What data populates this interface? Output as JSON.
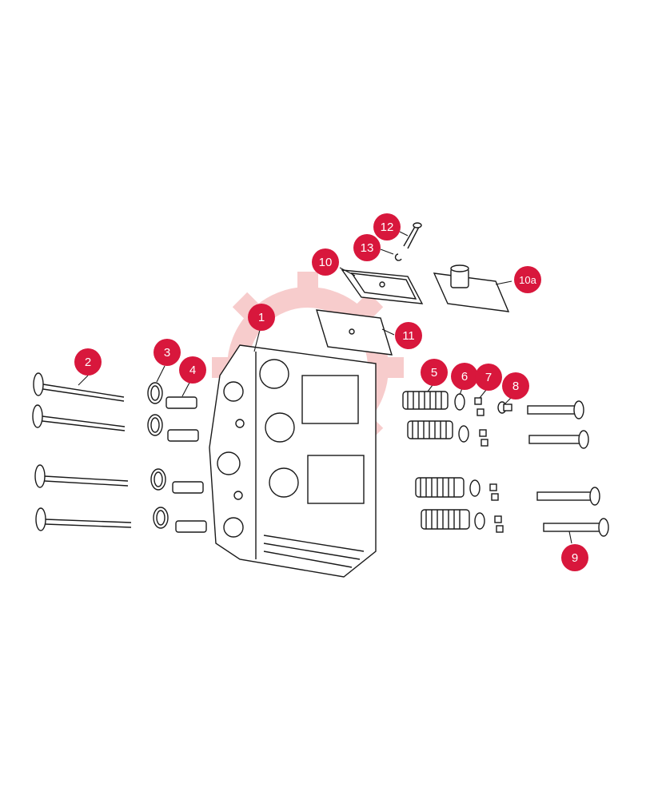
{
  "colors": {
    "callout": "#d8173c",
    "watermark": "#f7c7c7",
    "line": "#1a1a1a"
  },
  "callouts": [
    {
      "id": "1",
      "label": "1"
    },
    {
      "id": "2",
      "label": "2"
    },
    {
      "id": "3",
      "label": "3"
    },
    {
      "id": "4",
      "label": "4"
    },
    {
      "id": "5",
      "label": "5"
    },
    {
      "id": "6",
      "label": "6"
    },
    {
      "id": "7",
      "label": "7"
    },
    {
      "id": "8",
      "label": "8"
    },
    {
      "id": "9",
      "label": "9"
    },
    {
      "id": "10",
      "label": "10"
    },
    {
      "id": "10a",
      "label": "10a"
    },
    {
      "id": "11",
      "label": "11"
    },
    {
      "id": "12",
      "label": "12"
    },
    {
      "id": "13",
      "label": "13"
    }
  ]
}
